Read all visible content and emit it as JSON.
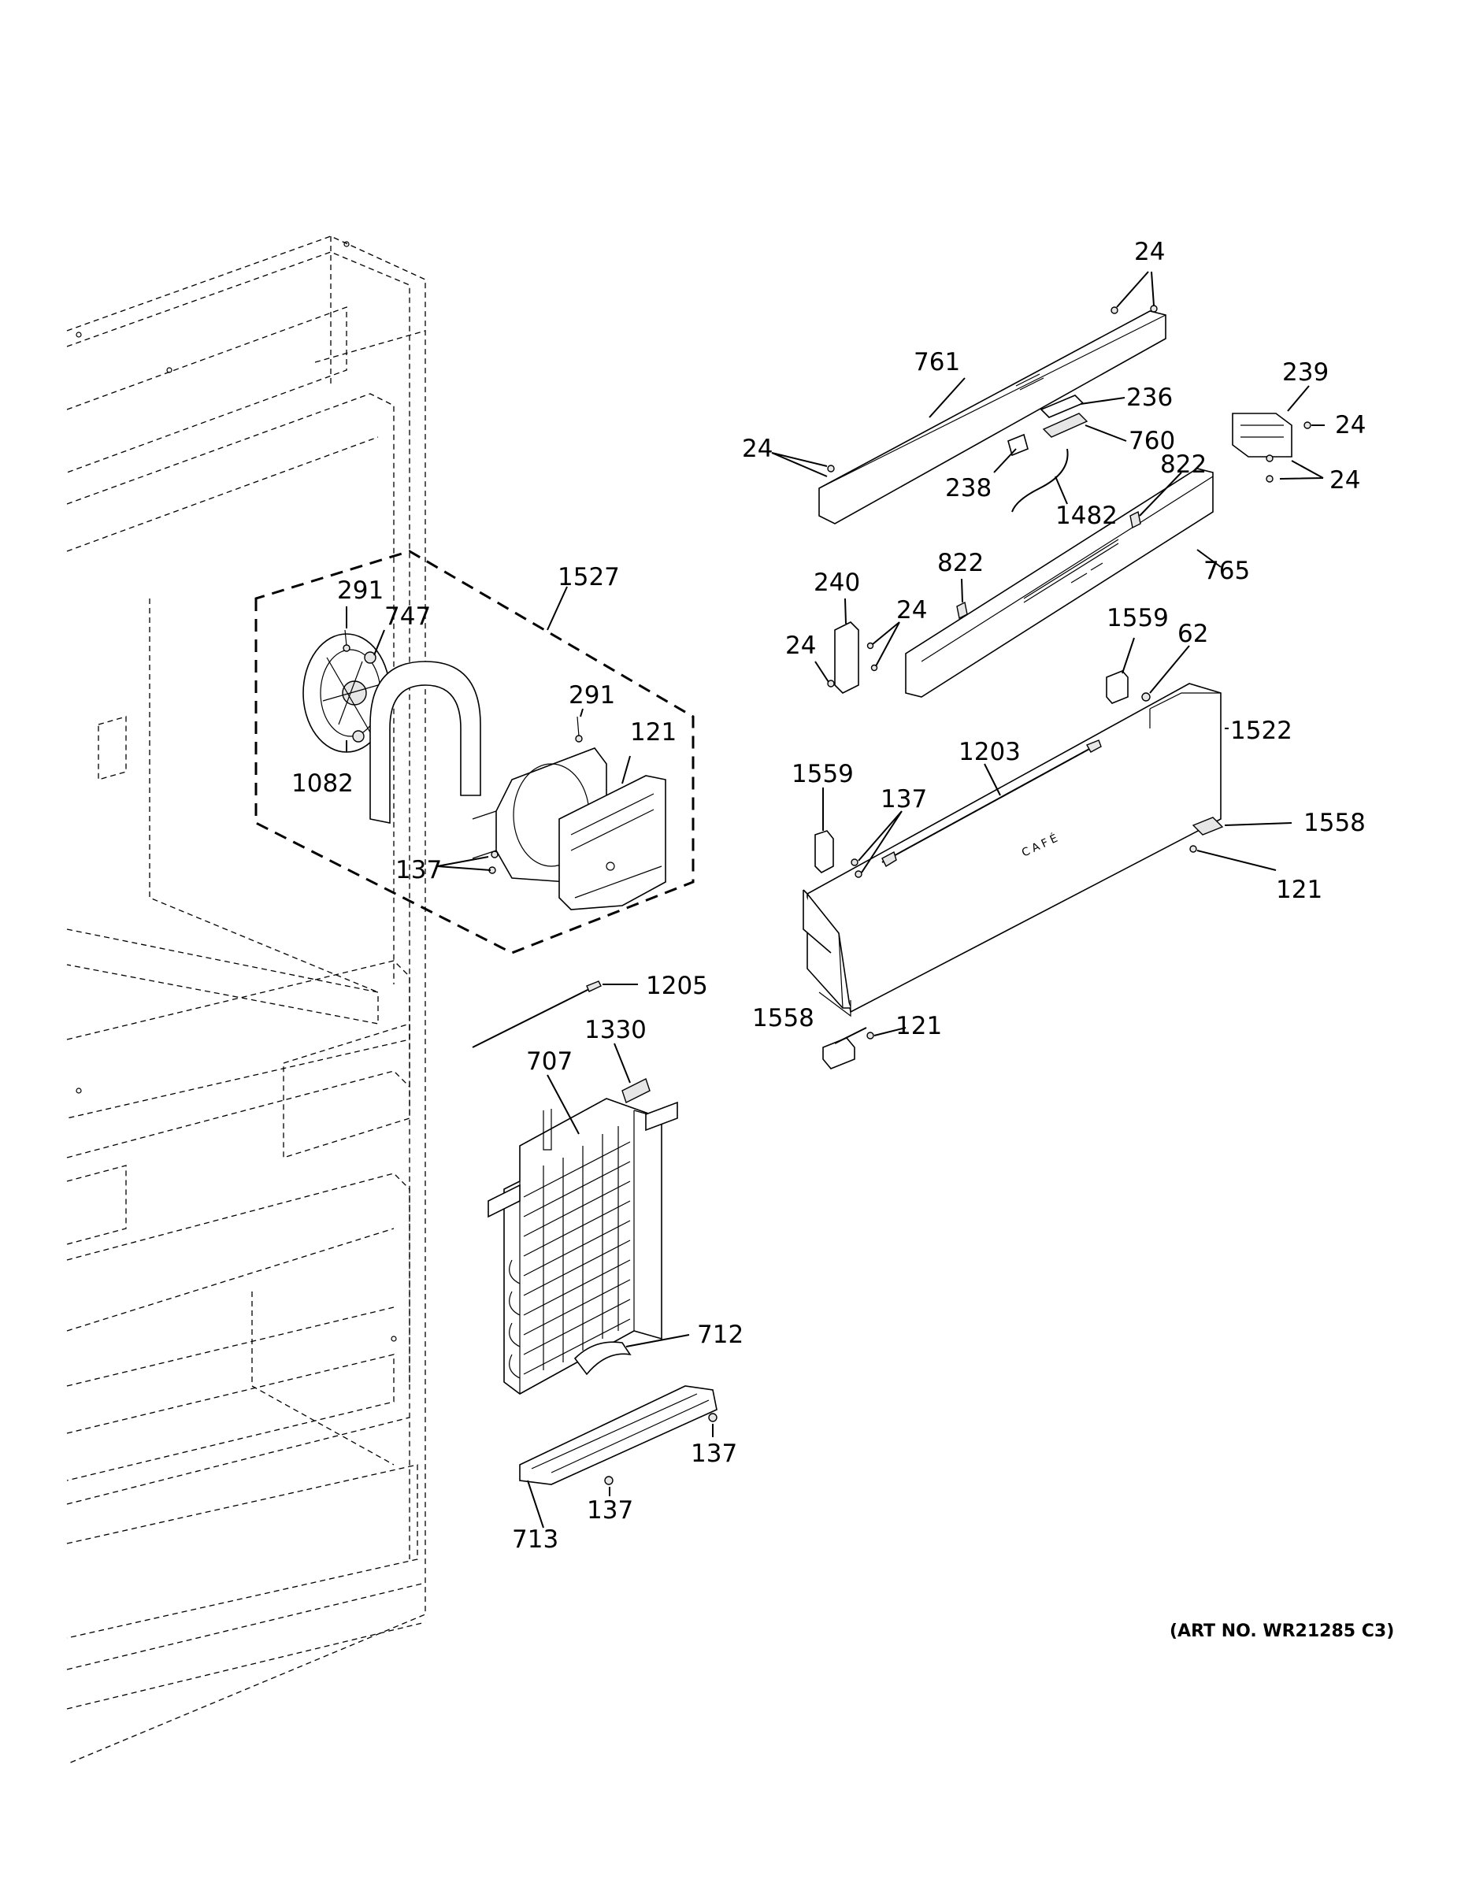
{
  "labels": {
    "24": "24",
    "761": "761",
    "236": "236",
    "760": "760",
    "238": "238",
    "1482": "1482",
    "239": "239",
    "822": "822",
    "765": "765",
    "240": "240",
    "1559": "1559",
    "62": "62",
    "1522": "1522",
    "1203": "1203",
    "137": "137",
    "1558": "1558",
    "121": "121",
    "1527": "1527",
    "291": "291",
    "747": "747",
    "1082": "1082",
    "1205": "1205",
    "1330": "1330",
    "707": "707",
    "712": "712",
    "713": "713"
  },
  "art_number": "(ART NO. WR21285 C3)",
  "panel_logo": "CAFÉ"
}
